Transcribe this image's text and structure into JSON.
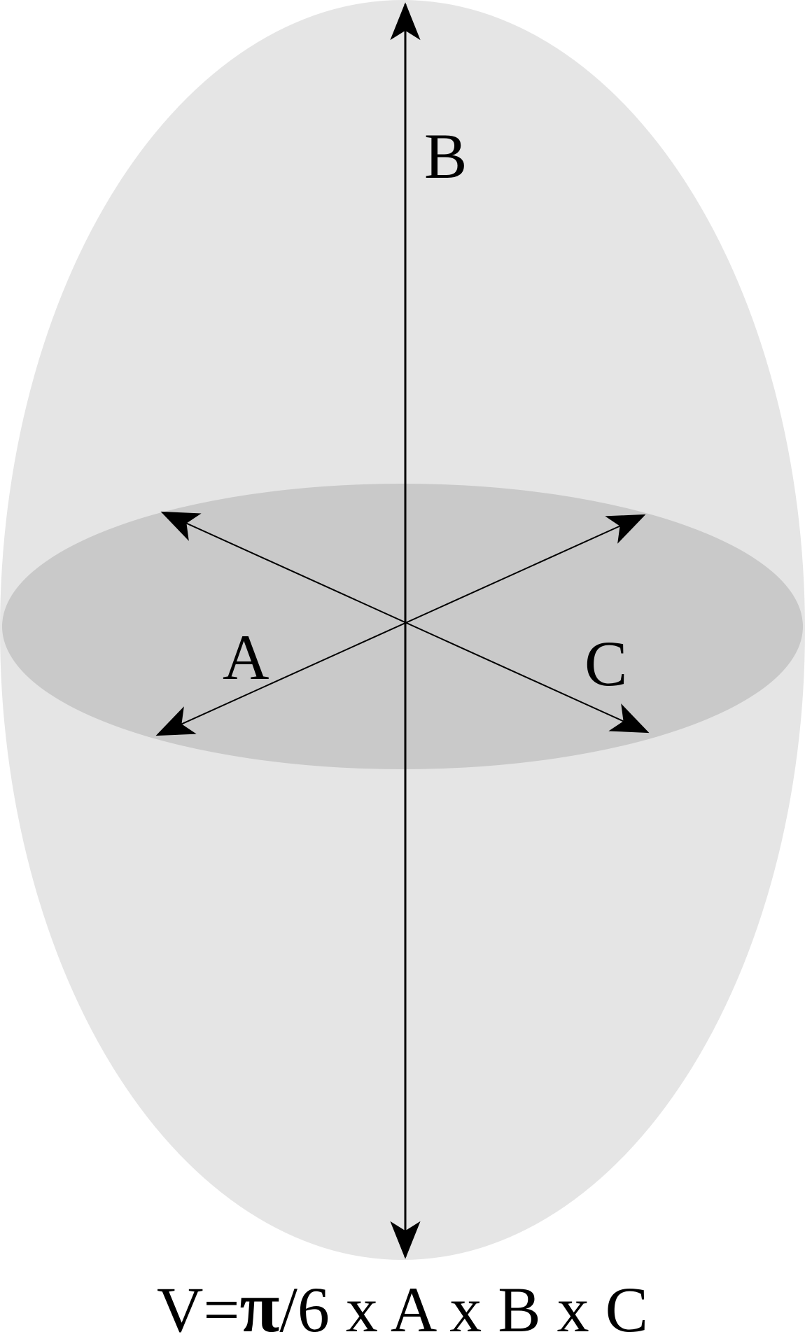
{
  "labels": {
    "a": "A",
    "b": "B",
    "c": "C"
  },
  "formula": {
    "prefix": "V=",
    "pi": "π",
    "suffix": "/6 x A x B x C"
  },
  "colors": {
    "outer_ellipsoid": "#e5e5e5",
    "equatorial_disc": "#c9c9c9",
    "lines": "#000000"
  }
}
